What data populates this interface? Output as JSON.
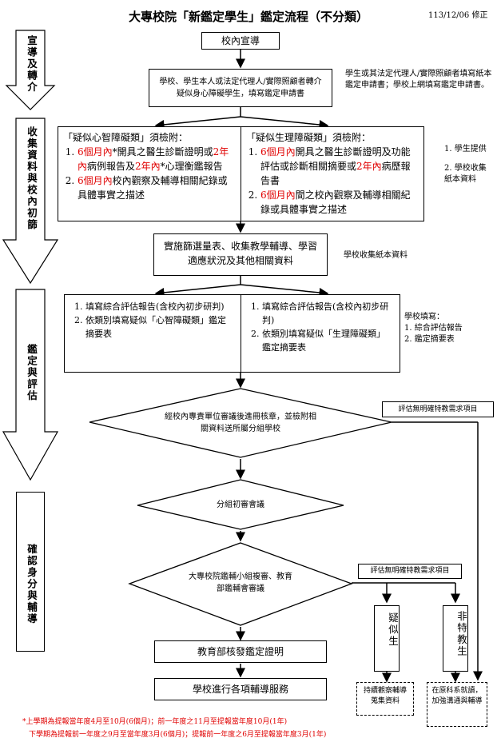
{
  "header": {
    "title": "大專校院「新鑑定學生」鑑定流程（不分類）",
    "date": "113/12/06 修正"
  },
  "stages": [
    {
      "label": "宣導及轉介"
    },
    {
      "label": "收集資料與校內初篩"
    },
    {
      "label": "鑑定與評估"
    },
    {
      "label": "確認身分與輔導"
    }
  ],
  "nodes": {
    "promote": "校內宣導",
    "referral": "學校、學生本人或法定代理人/實際照顧者轉介疑似身心障礙學生，填寫鑑定申請書",
    "mental_title": "「疑似心智障礙類」須檢附：",
    "mental_items": [
      {
        "a": "6個月內",
        "b": "*開具之醫生診斷證明或",
        "c": "2年內",
        "d": "病例報告及",
        "e": "2年內",
        "f": "*心理衡鑑報告"
      },
      {
        "a": "6個月內",
        "b": "校內觀察及輔導相關紀錄或具體事實之描述"
      }
    ],
    "physio_title": "「疑似生理障礙類」須檢附：",
    "physio_items": [
      {
        "a": "6個月內",
        "b": "開具之醫生診斷證明及功能評估或診斷相關摘要或",
        "c": "2年內",
        "d": "病歷報告書"
      },
      {
        "a": "6個月內",
        "b": "間之校內觀察及輔導相關紀錄或具體事實之描述"
      }
    ],
    "screening": "實施篩選量表、收集教學輔導、學習適應狀況及其他相關資料",
    "eval_left": [
      "填寫綜合評估報告(含校內初步研判)",
      "依類別填寫疑似「心智障礙類」鑑定摘要表"
    ],
    "eval_right": [
      "填寫綜合評估報告(含校內初步研判)",
      "依類別填寫疑似「生理障礙類」鑑定摘要表"
    ],
    "review1": "經校內專責單位審議後進冊核章，並檢附相關資料送所屬分組學校",
    "review2": "分組初審會議",
    "review3": "大專校院鑑輔小組複審、教育部鑑輔會審議",
    "cert": "教育部核發鑑定證明",
    "service": "學校進行各項輔導服務",
    "no_need_top": "評估無明確特教需求項目",
    "no_need_mid": "評估無明確特教需求項目",
    "suspected": "疑似生",
    "non_special": "非特教生",
    "observe": "持續觀察輔導蒐集資料",
    "original": "在原科系就讀，加強溝通與輔導"
  },
  "side_notes": {
    "note1": "學生或其法定代理人/實際照顧者填寫紙本鑑定申請書；學校上網填寫鑑定申請書。",
    "note2": [
      "學生提供",
      "學校收集紙本資料"
    ],
    "note3": "學校收集紙本資料",
    "note4_title": "學校填寫：",
    "note4": [
      "綜合評估報告",
      "鑑定摘要表"
    ]
  },
  "footer": {
    "line1": "*上學期為提報當年度4月至10月(6個月)；前一年度之11月至提報當年度10月(1年)",
    "line2": "下學期為提報前一年度之9月至當年度3月(6個月)；提報前一年度之6月至提報當年度3月(1年)"
  },
  "colors": {
    "highlight": "#e00000",
    "line": "#000000"
  }
}
